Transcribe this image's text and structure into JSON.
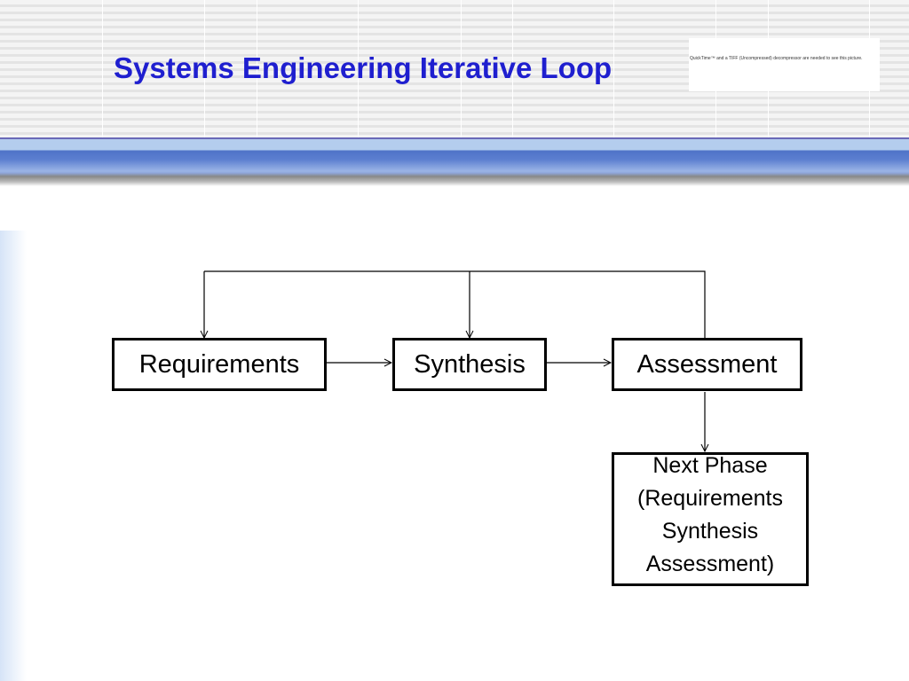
{
  "slide": {
    "title": "Systems Engineering Iterative Loop",
    "placeholder_image_text": "QuickTime™ and a TIFF (Uncompressed) decompressor are needed to see this picture."
  },
  "diagram": {
    "nodes": [
      {
        "id": "requirements",
        "label": "Requirements"
      },
      {
        "id": "synthesis",
        "label": "Synthesis"
      },
      {
        "id": "assessment",
        "label": "Assessment"
      },
      {
        "id": "next-phase",
        "lines": [
          "Next Phase",
          "(Requirements",
          "Synthesis",
          "Assessment)"
        ]
      }
    ],
    "edges": [
      {
        "from": "requirements",
        "to": "synthesis"
      },
      {
        "from": "synthesis",
        "to": "assessment"
      },
      {
        "from": "assessment",
        "to": "requirements",
        "type": "feedback"
      },
      {
        "from": "assessment",
        "to": "synthesis",
        "type": "feedback"
      },
      {
        "from": "assessment",
        "to": "next-phase"
      }
    ]
  }
}
